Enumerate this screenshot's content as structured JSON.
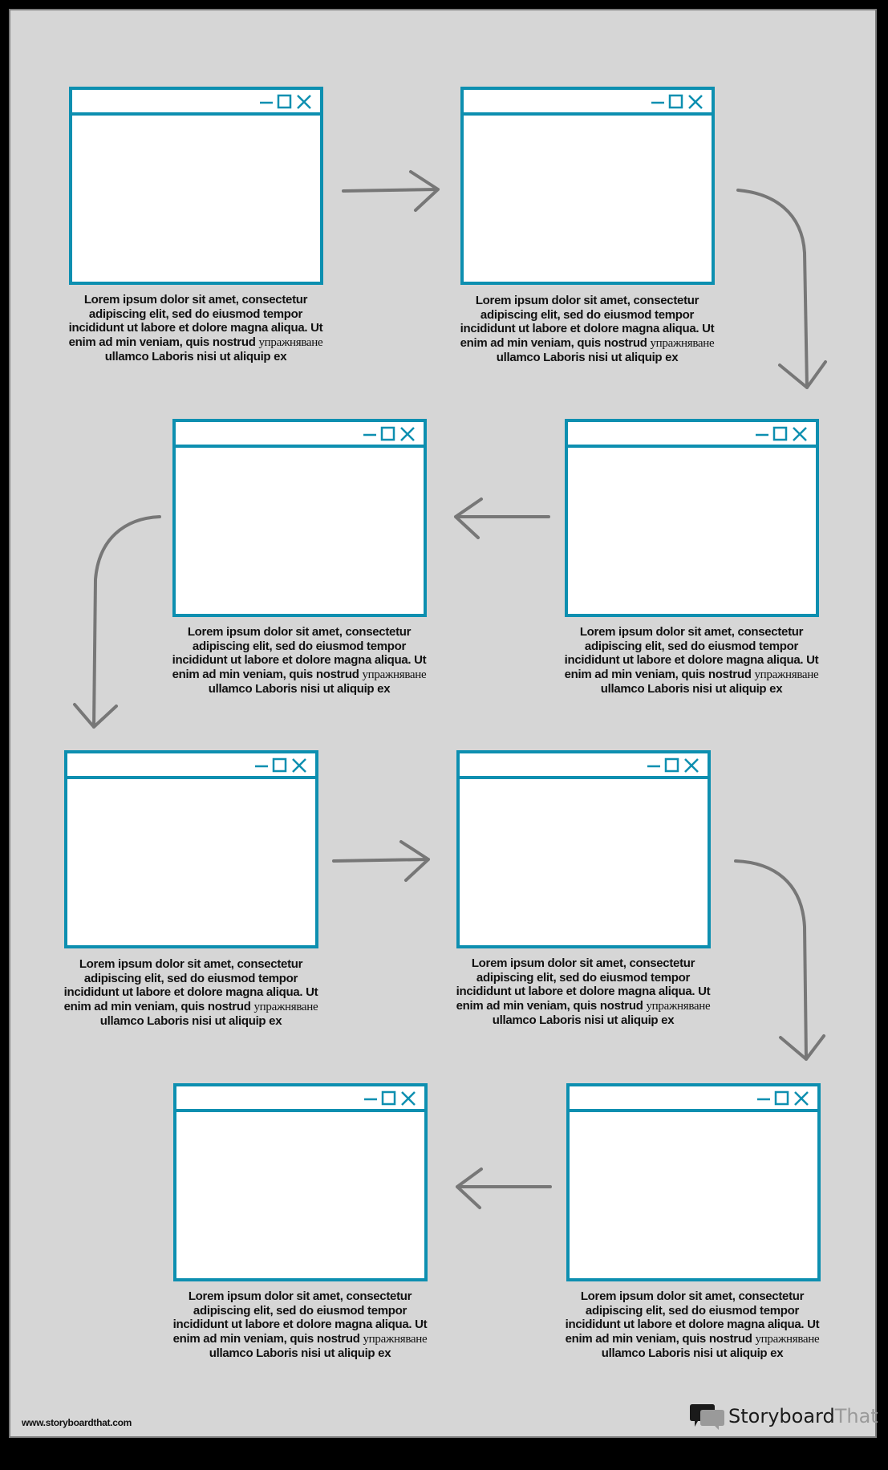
{
  "diagram": {
    "type": "flowchart-snake",
    "frame_color": "#0d8fb0",
    "background_color": "#d6d6d6",
    "arrow_color": "#777777",
    "window_controls": [
      "minimize-icon",
      "maximize-icon",
      "close-icon"
    ],
    "steps": [
      {
        "id": 1,
        "caption_main": "Lorem ipsum dolor sit amet, consectetur adipiscing elit, sed do eiusmod tempor incididunt ut labore et dolore magna aliqua. Ut enim ad min veniam, quis nostrud",
        "caption_cyr": "упражняване",
        "caption_tail": "ullamco Laboris nisi ut aliquip ex"
      },
      {
        "id": 2,
        "caption_main": "Lorem ipsum dolor sit amet, consectetur adipiscing elit, sed do eiusmod tempor incididunt ut labore et dolore magna aliqua. Ut enim ad min veniam, quis nostrud",
        "caption_cyr": "упражняване",
        "caption_tail": "ullamco Laboris nisi ut aliquip ex"
      },
      {
        "id": 3,
        "caption_main": "Lorem ipsum dolor sit amet, consectetur adipiscing elit, sed do eiusmod tempor incididunt ut labore et dolore magna aliqua. Ut enim ad min veniam, quis nostrud",
        "caption_cyr": "упражняване",
        "caption_tail": "ullamco Laboris nisi ut aliquip ex"
      },
      {
        "id": 4,
        "caption_main": "Lorem ipsum dolor sit amet, consectetur adipiscing elit, sed do eiusmod tempor incididunt ut labore et dolore magna aliqua. Ut enim ad min veniam, quis nostrud",
        "caption_cyr": "упражняване",
        "caption_tail": "ullamco Laboris nisi ut aliquip ex"
      },
      {
        "id": 5,
        "caption_main": "Lorem ipsum dolor sit amet, consectetur adipiscing elit, sed do eiusmod tempor incididunt ut labore et dolore magna aliqua. Ut enim ad min veniam, quis nostrud",
        "caption_cyr": "упражняване",
        "caption_tail": "ullamco Laboris nisi ut aliquip ex"
      },
      {
        "id": 6,
        "caption_main": "Lorem ipsum dolor sit amet, consectetur adipiscing elit, sed do eiusmod tempor incididunt ut labore et dolore magna aliqua. Ut enim ad min veniam, quis nostrud",
        "caption_cyr": "упражняване",
        "caption_tail": "ullamco Laboris nisi ut aliquip ex"
      },
      {
        "id": 7,
        "caption_main": "Lorem ipsum dolor sit amet, consectetur adipiscing elit, sed do eiusmod tempor incididunt ut labore et dolore magna aliqua. Ut enim ad min veniam, quis nostrud",
        "caption_cyr": "упражняване",
        "caption_tail": "ullamco Laboris nisi ut aliquip ex"
      },
      {
        "id": 8,
        "caption_main": "Lorem ipsum dolor sit amet, consectetur adipiscing elit, sed do eiusmod tempor incididunt ut labore et dolore magna aliqua. Ut enim ad min veniam, quis nostrud",
        "caption_cyr": "упражняване",
        "caption_tail": "ullamco Laboris nisi ut aliquip ex"
      }
    ],
    "flow": [
      "1→2 (right arrow)",
      "2→4 (curved down arrow)",
      "4→3 (left arrow)",
      "3→5 (curved down arrow)",
      "5→6 (right arrow)",
      "6→8 (curved down arrow)",
      "8→7 (left arrow)"
    ]
  },
  "footer": {
    "url": "www.storyboardthat.com",
    "logo_part1": "Storyboard",
    "logo_part2": "That"
  }
}
